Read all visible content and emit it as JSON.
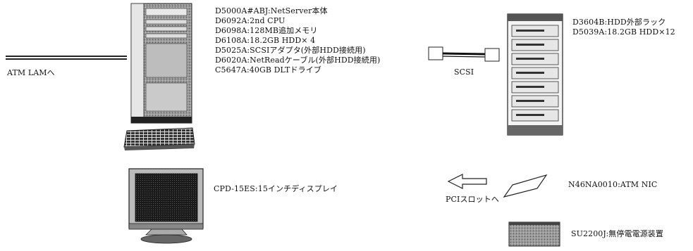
{
  "server": {
    "items": [
      "D5000A#ABJ:NetServer本体",
      "D6092A:2nd CPU",
      "D6098A:128MB追加メモリ",
      "D6108A:18.2GB HDD× 4",
      "D5025A:SCSIアダプタ(外部HDD接続用)",
      "D6020A:NetReadケーブル(外部HDD接続用)",
      "C5647A:40GB DLTドライブ"
    ]
  },
  "atm_label": "ATM LAMへ",
  "rack": {
    "items": [
      "D3604B:HDD外部ラック",
      "D5039A:18.2GB HDD×12"
    ]
  },
  "scsi_label": "SCSI",
  "monitor_label": "CPD-15ES:15インチディスプレイ",
  "pci_label": "PCIスロットへ",
  "nic_label": "N46NA0010:ATM NIC",
  "ups_label": "SU2200J:無停電電源装置"
}
